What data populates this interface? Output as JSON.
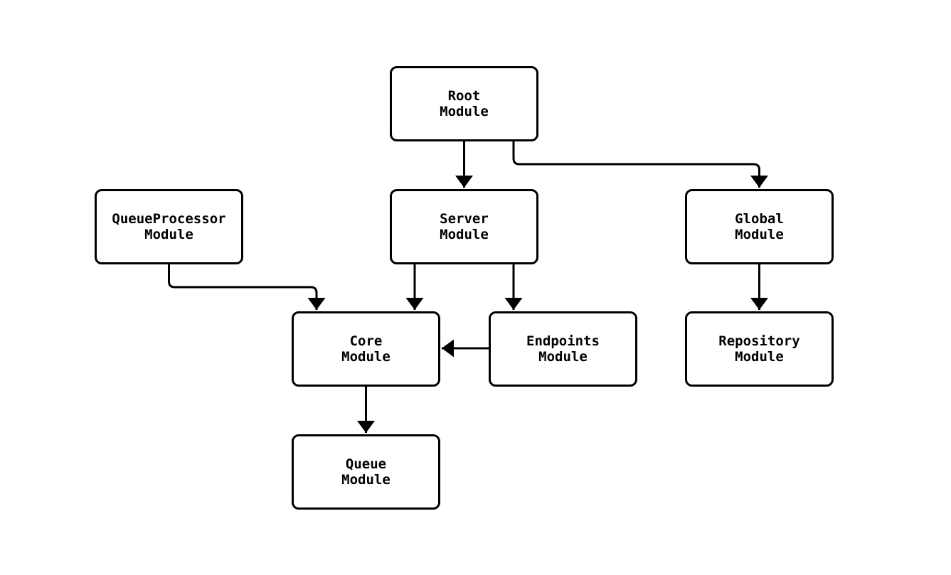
{
  "diagram": {
    "type": "flowchart",
    "colors": {
      "background": "#ffffff",
      "node_fill": "#ffffff",
      "stroke": "#000000",
      "text": "#000000"
    },
    "nodes": [
      {
        "id": "root",
        "label": "Root\nModule"
      },
      {
        "id": "queueprocessor",
        "label": "QueueProcessor\nModule"
      },
      {
        "id": "server",
        "label": "Server\nModule"
      },
      {
        "id": "global",
        "label": "Global\nModule"
      },
      {
        "id": "core",
        "label": "Core\nModule"
      },
      {
        "id": "endpoints",
        "label": "Endpoints\nModule"
      },
      {
        "id": "repository",
        "label": "Repository\nModule"
      },
      {
        "id": "queue",
        "label": "Queue\nModule"
      }
    ],
    "edges": [
      {
        "from": "root",
        "to": "server"
      },
      {
        "from": "root",
        "to": "global"
      },
      {
        "from": "queueprocessor",
        "to": "core"
      },
      {
        "from": "server",
        "to": "core"
      },
      {
        "from": "server",
        "to": "endpoints"
      },
      {
        "from": "endpoints",
        "to": "core"
      },
      {
        "from": "global",
        "to": "repository"
      },
      {
        "from": "core",
        "to": "queue"
      }
    ]
  }
}
